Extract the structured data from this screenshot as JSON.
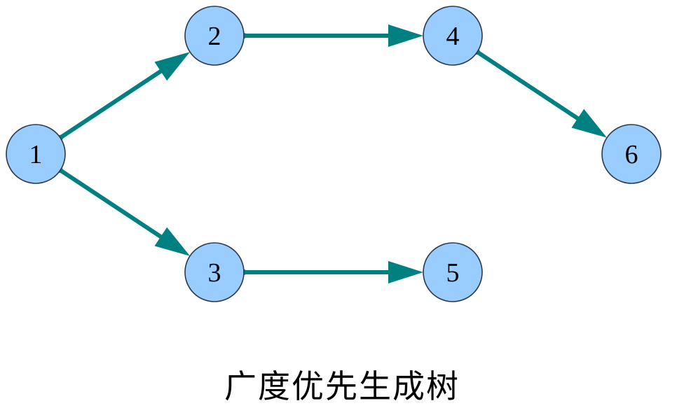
{
  "caption": "广度优先生成树",
  "colors": {
    "edge": "#008080",
    "node_fill": "#99ccff",
    "node_stroke": "#2b3a4a",
    "text": "#000000"
  },
  "nodes": [
    {
      "id": "1",
      "label": "1"
    },
    {
      "id": "2",
      "label": "2"
    },
    {
      "id": "3",
      "label": "3"
    },
    {
      "id": "4",
      "label": "4"
    },
    {
      "id": "5",
      "label": "5"
    },
    {
      "id": "6",
      "label": "6"
    }
  ],
  "edges": [
    {
      "from": "1",
      "to": "2"
    },
    {
      "from": "1",
      "to": "3"
    },
    {
      "from": "2",
      "to": "4"
    },
    {
      "from": "3",
      "to": "5"
    },
    {
      "from": "4",
      "to": "6"
    }
  ]
}
